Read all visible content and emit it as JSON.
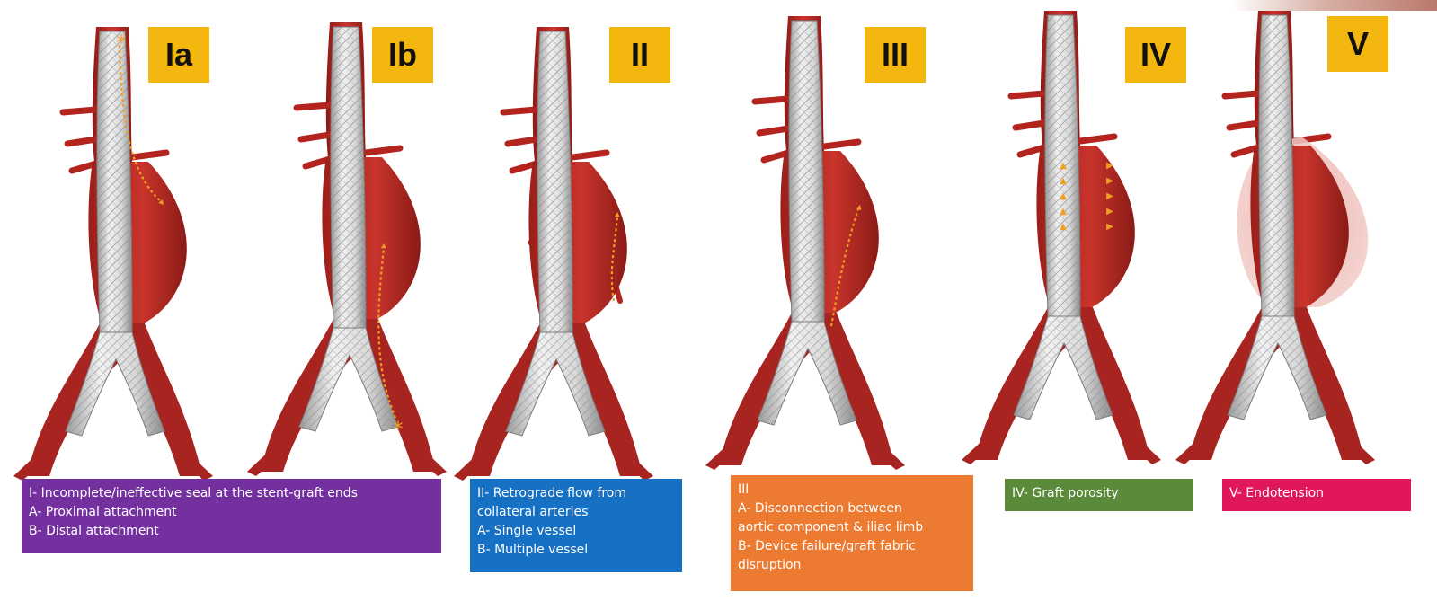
{
  "panels": [
    {
      "badge": "Ia"
    },
    {
      "badge": "Ib"
    },
    {
      "badge": "II"
    },
    {
      "badge": "III"
    },
    {
      "badge": "IV"
    },
    {
      "badge": "V"
    }
  ],
  "captions": {
    "type1": {
      "color": "#7530a0",
      "lines": [
        "I- Incomplete/ineffective seal at the stent-graft ends",
        "A- Proximal attachment",
        "B- Distal attachment"
      ]
    },
    "type2": {
      "color": "#1670c4",
      "lines": [
        "II- Retrograde flow from",
        "collateral arteries",
        "A- Single vessel",
        "B- Multiple vessel"
      ]
    },
    "type3": {
      "color": "#ec7a31",
      "lines": [
        "III",
        "A- Disconnection between",
        "aortic component & iliac limb",
        "B- Device failure/graft fabric",
        "disruption"
      ]
    },
    "type4": {
      "color": "#5a8a3a",
      "lines": [
        "IV- Graft porosity"
      ]
    },
    "type5": {
      "color": "#e0185a",
      "lines": [
        "V- Endotension"
      ]
    }
  },
  "colors": {
    "badge": "#f4b70f",
    "vessel": "#b3241f",
    "aneurysm": "#c0302a",
    "stent": "#dcdcdc",
    "flow_arrow": "#f0a020"
  }
}
